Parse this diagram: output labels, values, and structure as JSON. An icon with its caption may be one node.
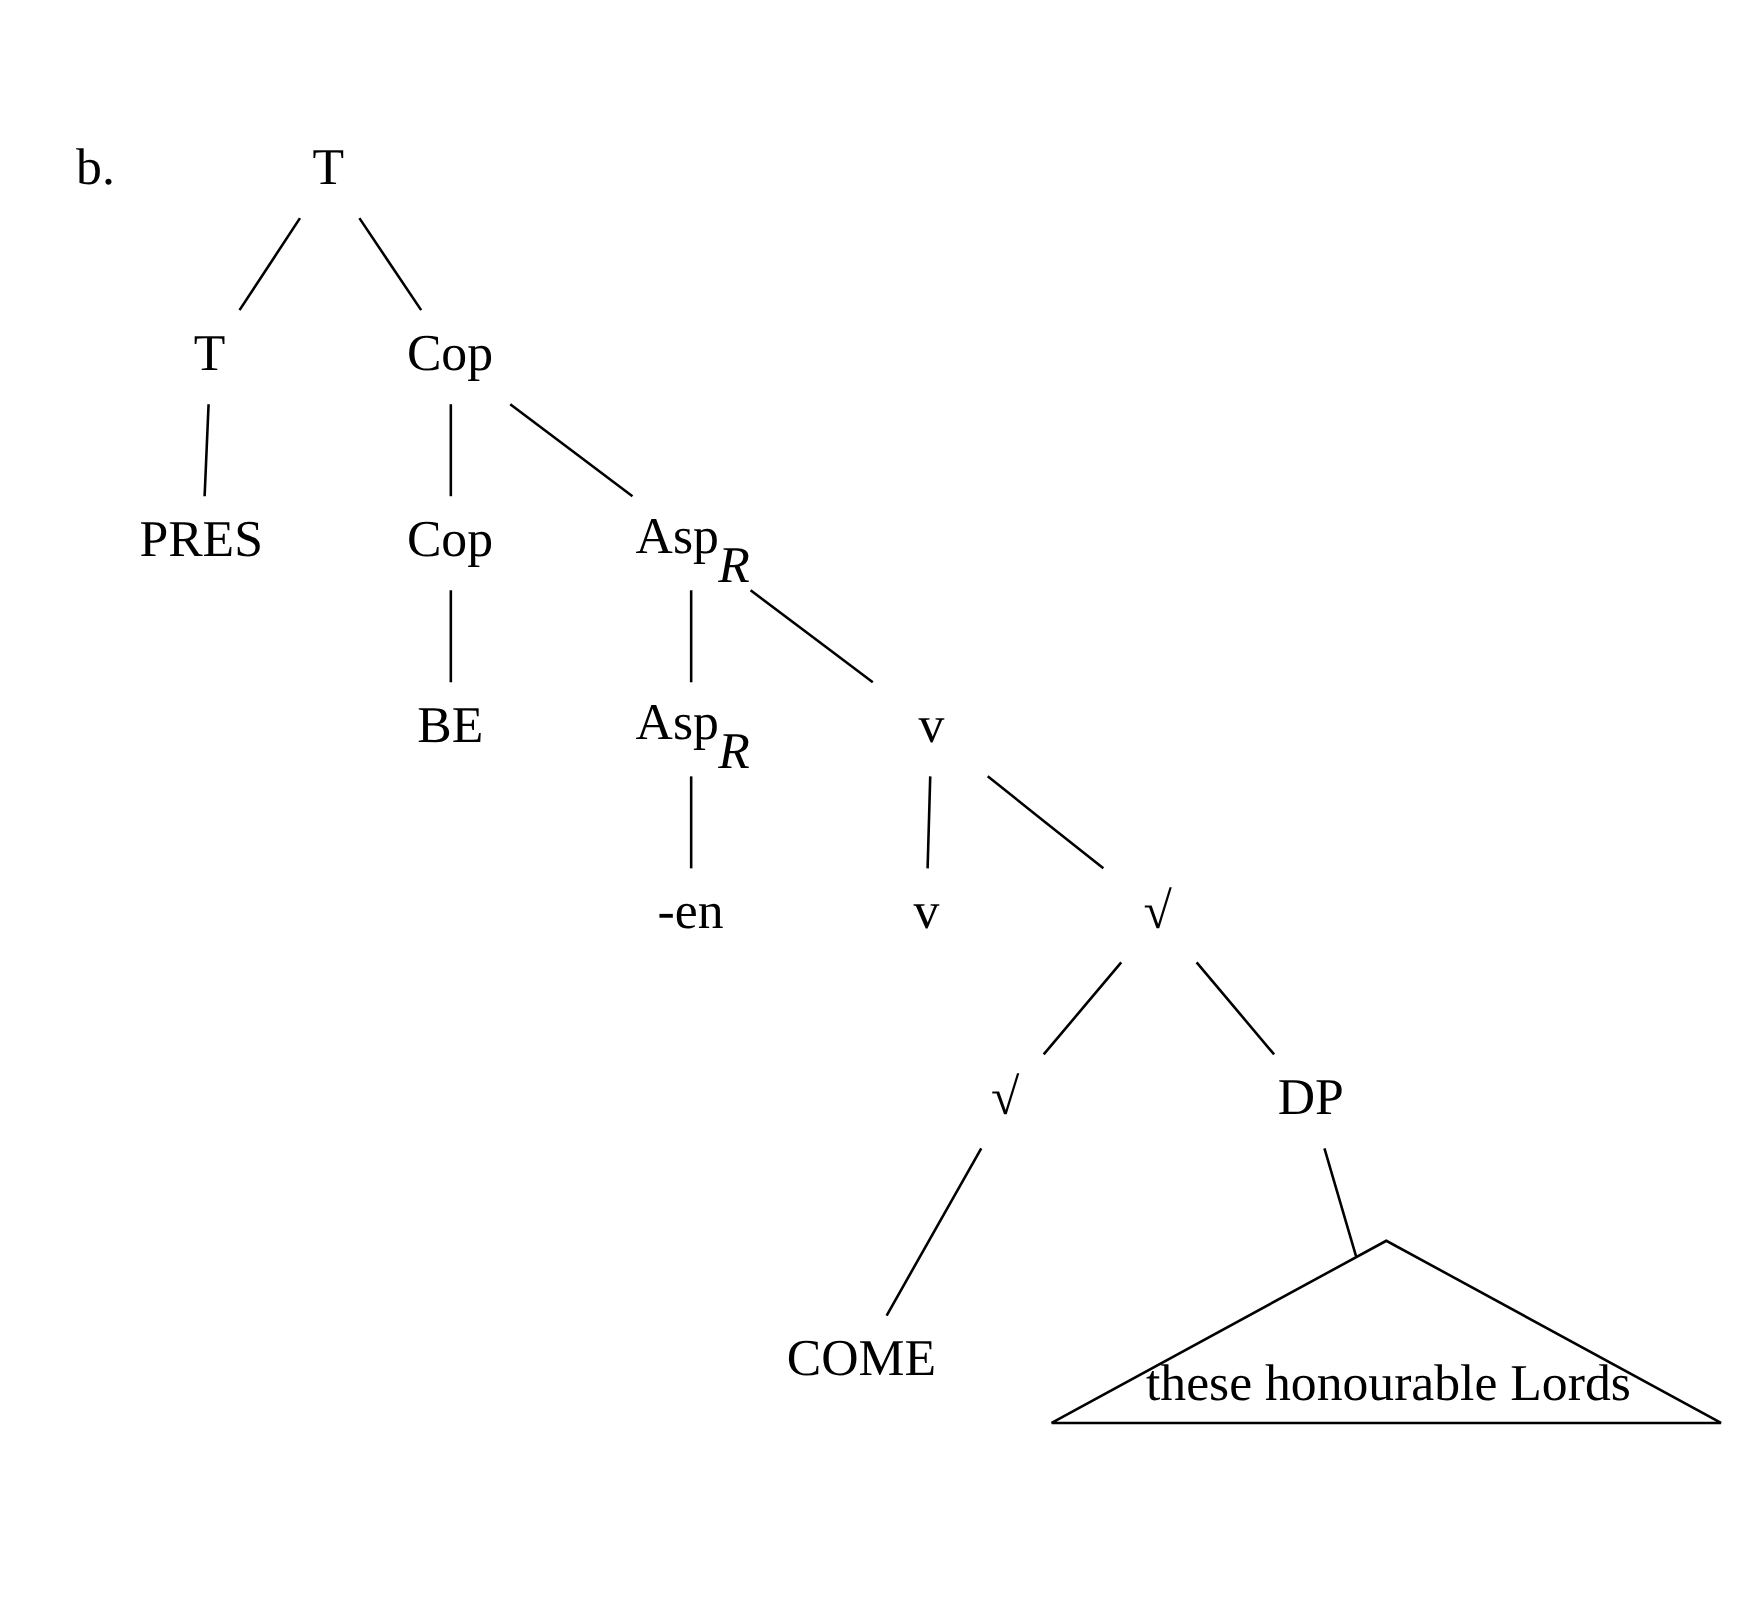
{
  "diagram": {
    "nodes": [
      {
        "text": [
          "T"
        ]
      },
      {
        "text": [
          "T"
        ]
      },
      {
        "text": [
          "Cop"
        ]
      },
      {
        "text": [
          "PRES"
        ]
      },
      {
        "text": [
          "Cop"
        ]
      },
      {
        "text": [
          "Asp$_{R}$"
        ]
      },
      {
        "text": [
          "BE"
        ]
      },
      {
        "text": [
          "Asp$_{R}$"
        ]
      },
      {
        "text": [
          "v"
        ]
      },
      {
        "text": [
          "-en"
        ]
      },
      {
        "text": [
          "v"
        ]
      },
      {
        "text": [
          "√"
        ]
      },
      {
        "text": [
          "√"
        ]
      },
      {
        "text": [
          "DP"
        ]
      },
      {
        "text": [
          "COME"
        ]
      },
      {
        "text": [
          "these honourable Lords"
        ]
      }
    ],
    "edges": [
      {
        "from": 0,
        "to": 1,
        "arrow": "none"
      },
      {
        "from": 0,
        "to": 2,
        "arrow": "none"
      },
      {
        "from": 1,
        "to": 3,
        "arrow": "none"
      },
      {
        "from": 2,
        "to": 4,
        "arrow": "none"
      },
      {
        "from": 2,
        "to": 5,
        "arrow": "none"
      },
      {
        "from": 4,
        "to": 6,
        "arrow": "none"
      },
      {
        "from": 5,
        "to": 7,
        "arrow": "none"
      },
      {
        "from": 5,
        "to": 8,
        "arrow": "none"
      },
      {
        "from": 7,
        "to": 9,
        "arrow": "none"
      },
      {
        "from": 8,
        "to": 10,
        "arrow": "none"
      },
      {
        "from": 8,
        "to": 11,
        "arrow": "none"
      },
      {
        "from": 11,
        "to": 12,
        "arrow": "none"
      },
      {
        "from": 11,
        "to": 13,
        "arrow": "none"
      },
      {
        "from": 12,
        "to": 14,
        "arrow": "none"
      },
      {
        "from": 13,
        "to": 15,
        "arrow": "none"
      }
    ],
    "labels": [
      "b."
    ]
  }
}
